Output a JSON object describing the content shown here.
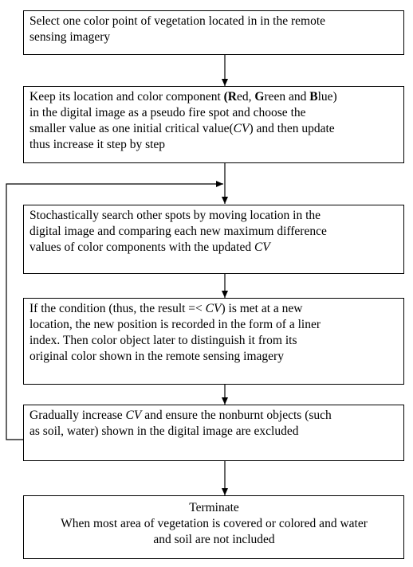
{
  "flowchart": {
    "steps": [
      {
        "id": "select",
        "lines": [
          [
            {
              "t": "Select one color point of vegetation located in in the remote"
            }
          ],
          [
            {
              "t": "sensing imagery"
            }
          ]
        ]
      },
      {
        "id": "keep",
        "lines": [
          [
            {
              "t": "Keep its location and color component "
            },
            {
              "t": "(R",
              "s": "b"
            },
            {
              "t": "ed, "
            },
            {
              "t": "G",
              "s": "b"
            },
            {
              "t": "reen and "
            },
            {
              "t": "B",
              "s": "b"
            },
            {
              "t": "lue)"
            }
          ],
          [
            {
              "t": "in the digital image as a pseudo fire spot and choose the"
            }
          ],
          [
            {
              "t": "smaller  value as one initial critical value("
            },
            {
              "t": "CV",
              "s": "i"
            },
            {
              "t": ") and then update"
            }
          ],
          [
            {
              "t": "thus increase it step by step"
            }
          ]
        ]
      },
      {
        "id": "search",
        "lines": [
          [
            {
              "t": "Stochastically search other spots by moving location in the"
            }
          ],
          [
            {
              "t": "digital image and comparing each new maximum difference"
            }
          ],
          [
            {
              "t": "values of color components with the updated "
            },
            {
              "t": "CV",
              "s": "i"
            }
          ]
        ]
      },
      {
        "id": "condition",
        "lines": [
          [
            {
              "t": "If the condition (thus, the result =< "
            },
            {
              "t": "CV",
              "s": "i"
            },
            {
              "t": ")      is met at a new"
            }
          ],
          [
            {
              "t": "location, the new position is recorded in the form of a liner"
            }
          ],
          [
            {
              "t": "index. Then color object later  to distinguish it from its"
            }
          ],
          [
            {
              "t": "original color shown in the remote sensing imagery"
            }
          ]
        ]
      },
      {
        "id": "increase",
        "lines": [
          [
            {
              "t": "Gradually increase "
            },
            {
              "t": "CV",
              "s": "i"
            },
            {
              "t": " and ensure  the nonburnt objects (such"
            }
          ],
          [
            {
              "t": "as soil, water) shown in the  digital image are excluded"
            }
          ]
        ]
      },
      {
        "id": "terminate",
        "lines": [
          [
            {
              "t": "Terminate"
            }
          ],
          [
            {
              "t": "When most area of vegetation is covered or colored and water"
            }
          ],
          [
            {
              "t": "and soil are not included"
            }
          ]
        ]
      }
    ]
  }
}
